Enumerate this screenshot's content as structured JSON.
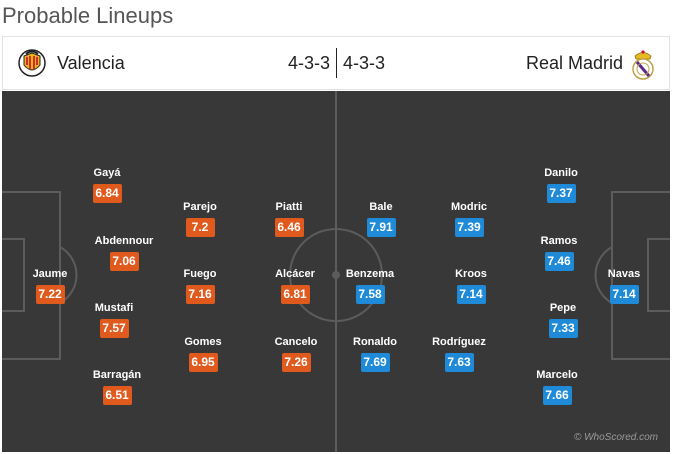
{
  "title": "Probable Lineups",
  "home_team": {
    "name": "Valencia",
    "formation": "4-3-3",
    "color": "#e05a1e"
  },
  "away_team": {
    "name": "Real Madrid",
    "formation": "4-3-3",
    "color": "#1f8ad7"
  },
  "home_players": [
    {
      "name": "Jaume",
      "rating": "7.22"
    },
    {
      "name": "Gayá",
      "rating": "6.84"
    },
    {
      "name": "Abdennour",
      "rating": "7.06"
    },
    {
      "name": "Mustafi",
      "rating": "7.57"
    },
    {
      "name": "Barragán",
      "rating": "6.51"
    },
    {
      "name": "Parejo",
      "rating": "7.2"
    },
    {
      "name": "Fuego",
      "rating": "7.16"
    },
    {
      "name": "Gomes",
      "rating": "6.95"
    },
    {
      "name": "Piatti",
      "rating": "6.46"
    },
    {
      "name": "Alcácer",
      "rating": "6.81"
    },
    {
      "name": "Cancelo",
      "rating": "7.26"
    }
  ],
  "away_players": [
    {
      "name": "Bale",
      "rating": "7.91"
    },
    {
      "name": "Benzema",
      "rating": "7.58"
    },
    {
      "name": "Ronaldo",
      "rating": "7.69"
    },
    {
      "name": "Modric",
      "rating": "7.39"
    },
    {
      "name": "Kroos",
      "rating": "7.14"
    },
    {
      "name": "Rodríguez",
      "rating": "7.63"
    },
    {
      "name": "Danilo",
      "rating": "7.37"
    },
    {
      "name": "Ramos",
      "rating": "7.46"
    },
    {
      "name": "Pepe",
      "rating": "7.33"
    },
    {
      "name": "Marcelo",
      "rating": "7.66"
    },
    {
      "name": "Navas",
      "rating": "7.14"
    }
  ],
  "watermark": "© WhoScored.com"
}
